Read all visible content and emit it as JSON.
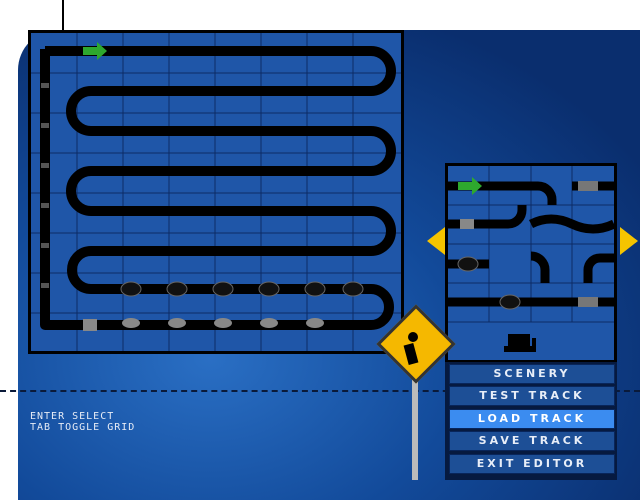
{
  "menu": {
    "items": [
      {
        "label": "SCENERY",
        "selected": false
      },
      {
        "label": "TEST TRACK",
        "selected": false
      },
      {
        "label": "LOAD TRACK",
        "selected": true
      },
      {
        "label": "SAVE TRACK",
        "selected": false
      },
      {
        "label": "EXIT EDITOR",
        "selected": false
      }
    ]
  },
  "help": {
    "line1": "ENTER SELECT",
    "line2": "TAB TOGGLE GRID"
  },
  "colors": {
    "grid_bg": "#1f56a8",
    "track": "#000000",
    "accent": "#f5c400",
    "selected": "#3b8cf0"
  }
}
